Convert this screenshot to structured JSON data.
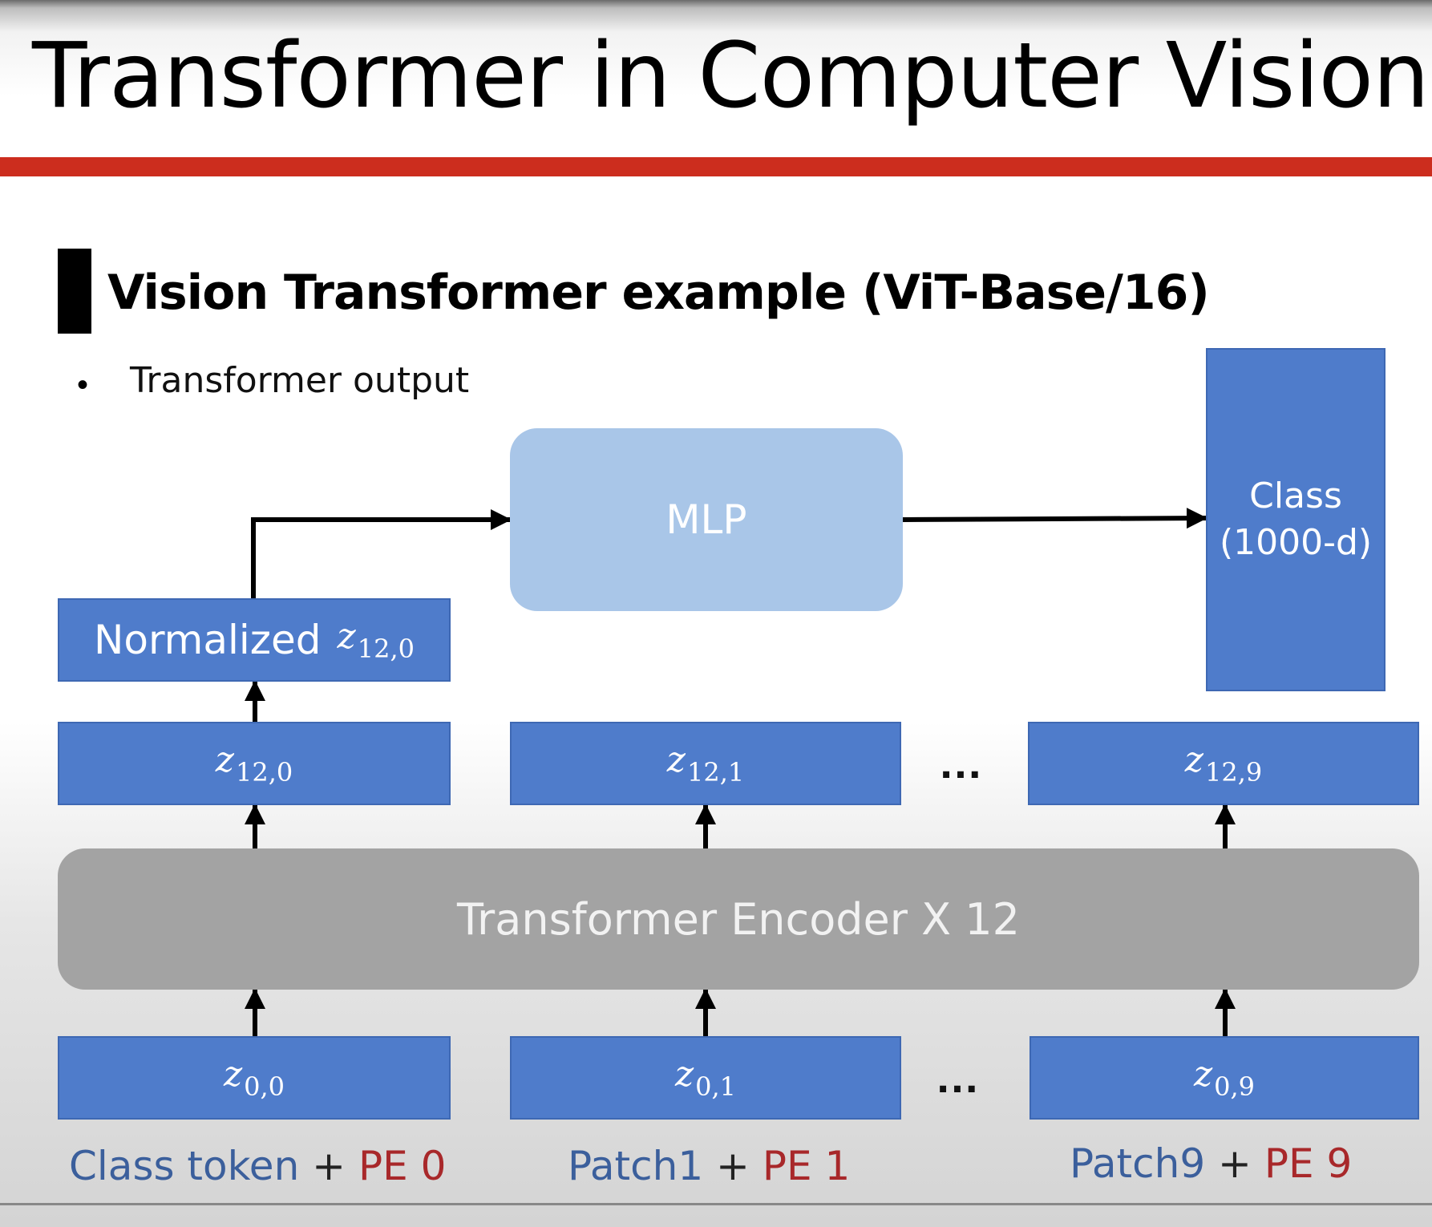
{
  "slide": {
    "title": "Transformer in Computer Vision",
    "section_heading": "Vision Transformer example (ViT-Base/16)",
    "bullet": "Transformer output"
  },
  "diagram": {
    "mlp": "MLP",
    "class_box": {
      "line1": "Class",
      "line2": "(1000-d)"
    },
    "normalized": {
      "prefix": "Normalized",
      "var": "z",
      "sub": "12,0"
    },
    "outputs": [
      {
        "var": "z",
        "sub": "12,0"
      },
      {
        "var": "z",
        "sub": "12,1"
      },
      {
        "var": "z",
        "sub": "12,9"
      }
    ],
    "encoder": "Transformer Encoder X 12",
    "inputs": [
      {
        "var": "z",
        "sub": "0,0"
      },
      {
        "var": "z",
        "sub": "0,1"
      },
      {
        "var": "z",
        "sub": "0,9"
      }
    ],
    "ellipsis": "…",
    "labels": [
      {
        "token": "Class token",
        "plus": "+",
        "pe": "PE 0"
      },
      {
        "token": "Patch1",
        "plus": "+",
        "pe": "PE 1"
      },
      {
        "token": "Patch9",
        "plus": "+",
        "pe": "PE 9"
      }
    ]
  },
  "colors": {
    "accent_red": "#cc2d1e",
    "box_blue": "#4f7ccb",
    "mlp_light_blue": "#a9c6e8",
    "encoder_gray": "#a3a3a3",
    "pe_red": "#a8282a",
    "token_blue": "#3b5f9c"
  }
}
